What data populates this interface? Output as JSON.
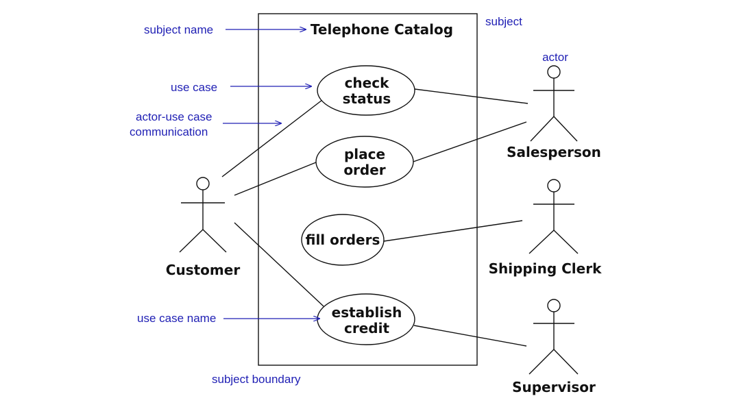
{
  "diagram": {
    "subject_title": "Telephone Catalog",
    "use_cases": {
      "check_status": [
        "check",
        "status"
      ],
      "place_order": [
        "place",
        "order"
      ],
      "fill_orders": [
        "fill orders"
      ],
      "establish_credit": [
        "establish",
        "credit"
      ]
    },
    "actors": {
      "customer": "Customer",
      "salesperson": "Salesperson",
      "shipping_clerk": "Shipping Clerk",
      "supervisor": "Supervisor"
    },
    "annotations": {
      "subject_name": "subject name",
      "subject": "subject",
      "actor": "actor",
      "use_case": "use case",
      "communication_line1": "actor-use case",
      "communication_line2": "communication",
      "use_case_name": "use case name",
      "subject_boundary": "subject boundary"
    },
    "colors": {
      "annotation": "#1f1fb4",
      "diagram": "#111111"
    }
  }
}
